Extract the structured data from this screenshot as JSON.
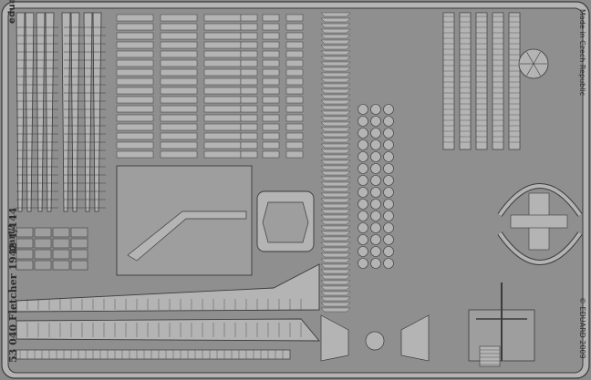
{
  "fret": {
    "brand": "eduard",
    "title": "53 040 Fletcher 1942 1/144",
    "part_label": "part2",
    "origin": "Made in Czech Republic",
    "copyright": "© EDUARD 2009"
  },
  "colors": {
    "background": "#8a8a8a",
    "metal": "#b4b4b4",
    "metal_dark": "#9e9e9e",
    "edge": "#3a3a3a",
    "text": "#2e2e2e"
  }
}
